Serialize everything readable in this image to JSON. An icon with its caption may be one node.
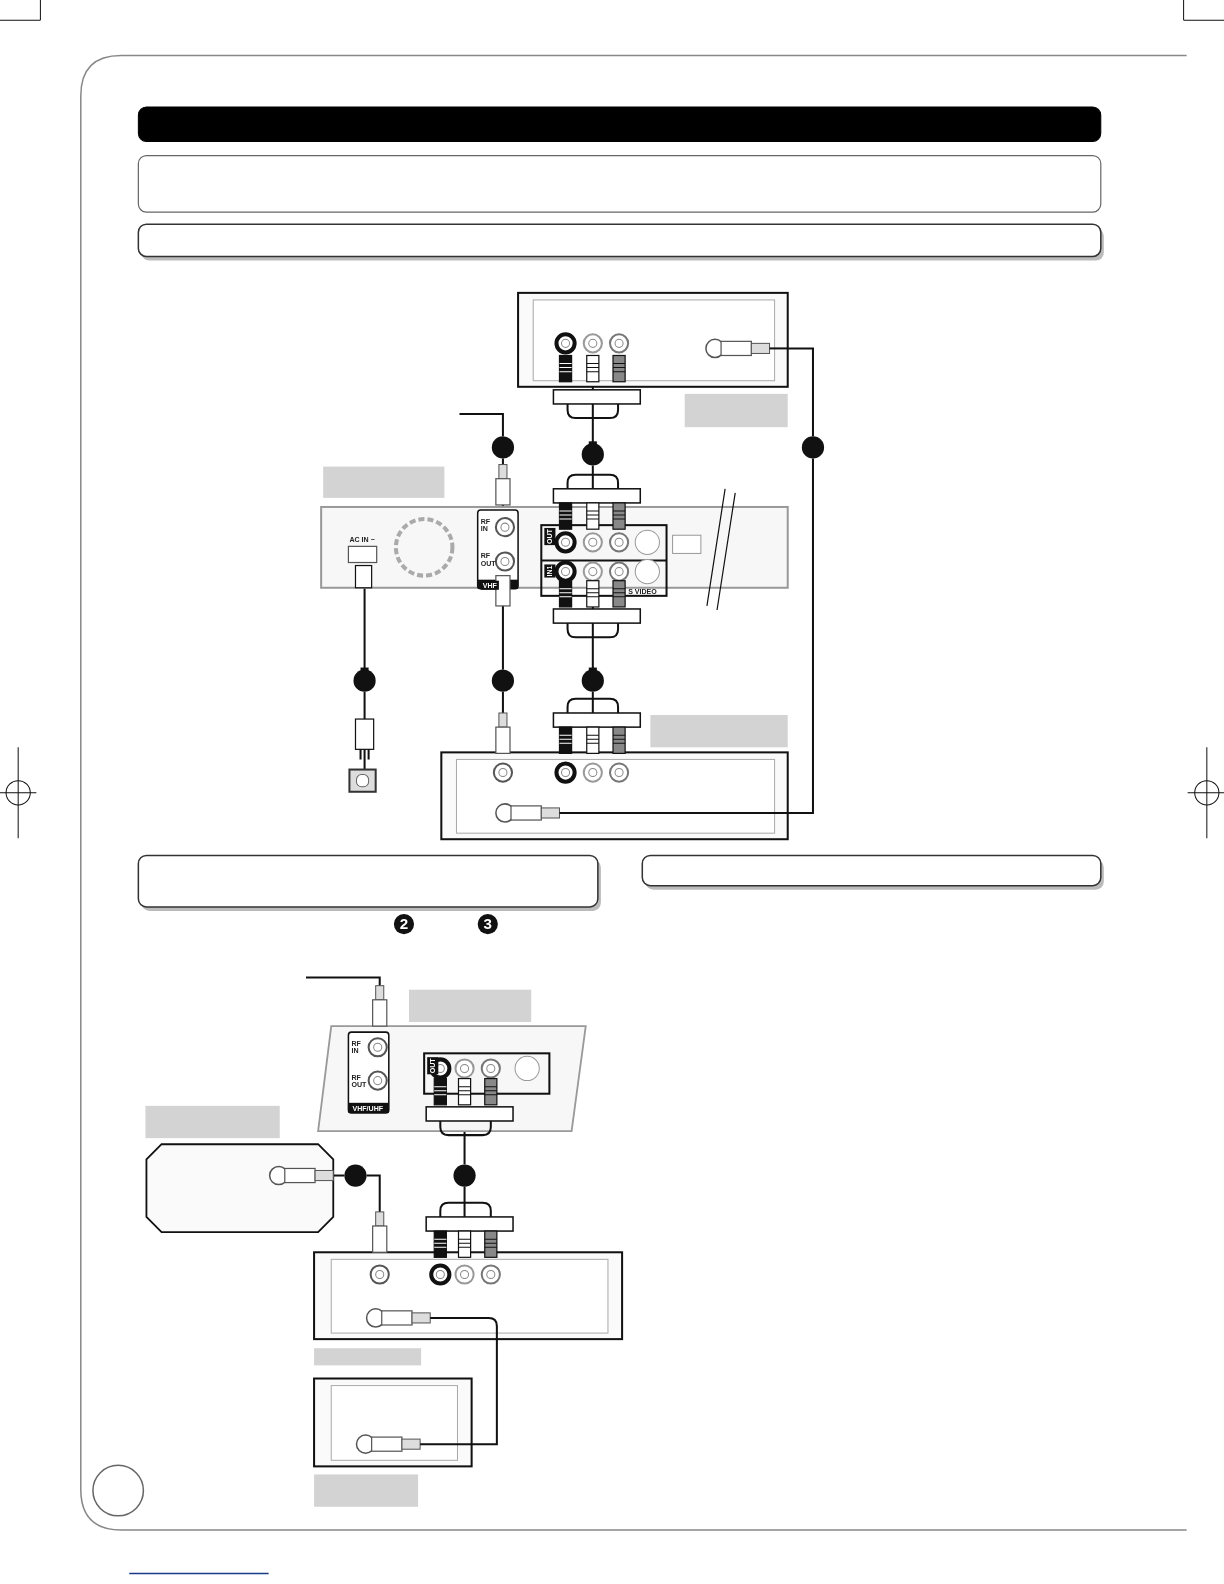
{
  "diagram": {
    "nodes": [
      {
        "text": [],
        "shape": "box"
      },
      {
        "text": [],
        "shape": "box"
      },
      {
        "text": [],
        "shape": "box"
      },
      {
        "text": [],
        "shape": "box"
      },
      {
        "text": [],
        "shape": "circle"
      },
      {
        "text": [],
        "shape": "circle"
      },
      {
        "text": [],
        "shape": "circle"
      },
      {
        "text": [],
        "shape": "circle"
      },
      {
        "text": [],
        "shape": "circle"
      },
      {
        "text": [],
        "shape": "circle"
      },
      {
        "text": [],
        "shape": "box"
      },
      {
        "text": [],
        "shape": "box"
      },
      {
        "text": [],
        "shape": "box"
      },
      {
        "text": [],
        "shape": "box"
      },
      {
        "text": [],
        "shape": "circle"
      },
      {
        "text": [],
        "shape": "circle"
      }
    ],
    "edges": [
      {
        "from": null,
        "to": 4,
        "arrow": "none"
      },
      {
        "from": 4,
        "to": 1,
        "arrow": "none"
      },
      {
        "from": 0,
        "to": 5,
        "arrow": "other"
      },
      {
        "from": 5,
        "to": 1,
        "arrow": "other"
      },
      {
        "from": 0,
        "to": 6,
        "arrow": "none"
      },
      {
        "from": 6,
        "to": 2,
        "arrow": "none"
      },
      {
        "from": 1,
        "to": 7,
        "arrow": "other"
      },
      {
        "from": 7,
        "to": 3,
        "arrow": "none"
      },
      {
        "from": 1,
        "to": 8,
        "arrow": "none"
      },
      {
        "from": 8,
        "to": 2,
        "arrow": "none"
      },
      {
        "from": 1,
        "to": 9,
        "arrow": "other"
      },
      {
        "from": 9,
        "to": 2,
        "arrow": "other"
      },
      {
        "from": null,
        "to": 11,
        "arrow": "none"
      },
      {
        "from": 10,
        "to": 14,
        "arrow": "none"
      },
      {
        "from": 14,
        "to": 12,
        "arrow": "none"
      },
      {
        "from": 11,
        "to": 15,
        "arrow": "none"
      },
      {
        "from": 15,
        "to": 12,
        "arrow": "other"
      },
      {
        "from": 12,
        "to": 13,
        "arrow": "none"
      }
    ],
    "labels": [
      "RF IN",
      "RF OUT",
      "AC IN ~",
      "OUT",
      "IN1",
      "VHF",
      "S VIDEO",
      "2",
      "3",
      "RF IN",
      "RF OUT",
      "OUT",
      "VHF/UHF"
    ]
  }
}
